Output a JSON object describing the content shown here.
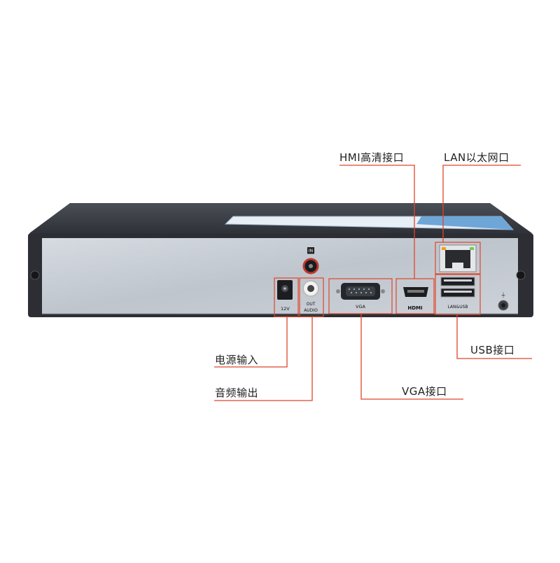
{
  "callouts": {
    "hdmi": "HMI高清接口",
    "lan": "LAN以太网口",
    "usb": "USB接口",
    "power": "电源输入",
    "audio": "音频输出",
    "vga": "VGA接口"
  },
  "panel_text": {
    "in": "IN",
    "out": "OUT",
    "audio": "AUDIO",
    "voltage": "12V",
    "vga": "VGA",
    "hdmi": "HDMI",
    "lan_usb": "LAN&USB"
  },
  "colors": {
    "callout_line": "#e0452a",
    "panel": "#c9ced6",
    "case_top": "#3a3d44",
    "case_body": "#2b2d33"
  }
}
